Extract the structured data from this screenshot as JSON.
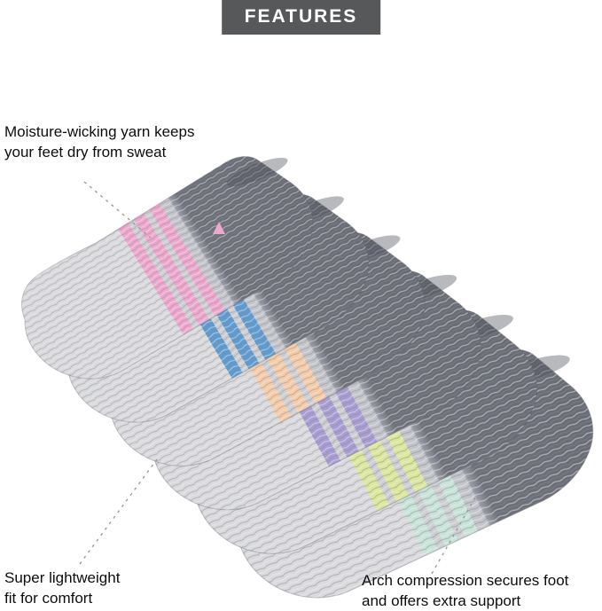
{
  "header": {
    "features_label": "FEATURES",
    "badge_bg": "#57585a"
  },
  "annotations": {
    "moisture": {
      "line1": "Moisture-wicking yarn keeps",
      "line2": "your feet dry from sweat"
    },
    "lightweight": {
      "line1": "Super lightweight",
      "line2": "fit for comfort"
    },
    "arch": {
      "line1": "Arch compression secures foot",
      "line2": "and offers extra support"
    }
  },
  "socks": {
    "count": 6,
    "description": "Six fanned no-show ankle socks, heathered gray body, light gray toe, colored accent stripes",
    "body_dark": "#6e717a",
    "body_dark2": "#676a73",
    "toe_light": "#dadadd",
    "stripe_gap": "#cdced2",
    "colors": [
      {
        "name": "pink",
        "hex": "#efa6cd"
      },
      {
        "name": "blue",
        "hex": "#5e9bd0"
      },
      {
        "name": "peach",
        "hex": "#f6cba8"
      },
      {
        "name": "purple",
        "hex": "#a99cd2"
      },
      {
        "name": "yellow-green",
        "hex": "#dce79a"
      },
      {
        "name": "mint",
        "hex": "#c8e3d8"
      }
    ]
  },
  "leader_lines": {
    "color": "#9a9a9a"
  }
}
